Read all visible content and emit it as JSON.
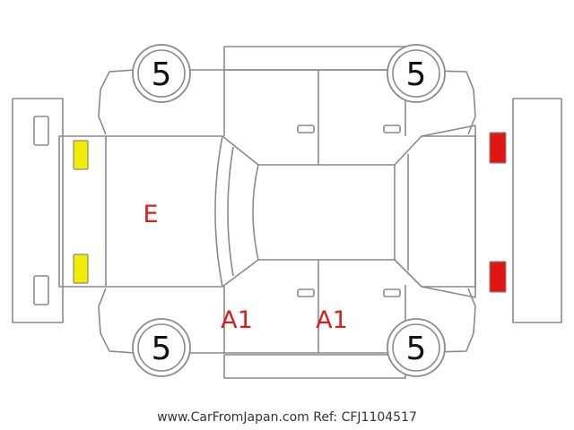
{
  "colors": {
    "damage_code": "#d82020",
    "front_light": "#f2ec00",
    "rear_light": "#e01515",
    "outline": "#8a8a8a"
  },
  "tire_scores": {
    "front_left": "5",
    "rear_left": "5",
    "front_right": "5",
    "rear_right": "5"
  },
  "damage_codes": {
    "hood": "E",
    "front_door_right": "A1",
    "rear_door_right": "A1"
  },
  "footer": {
    "watermark": "www.CarFromJapan.com Ref: CFJ1104517"
  }
}
